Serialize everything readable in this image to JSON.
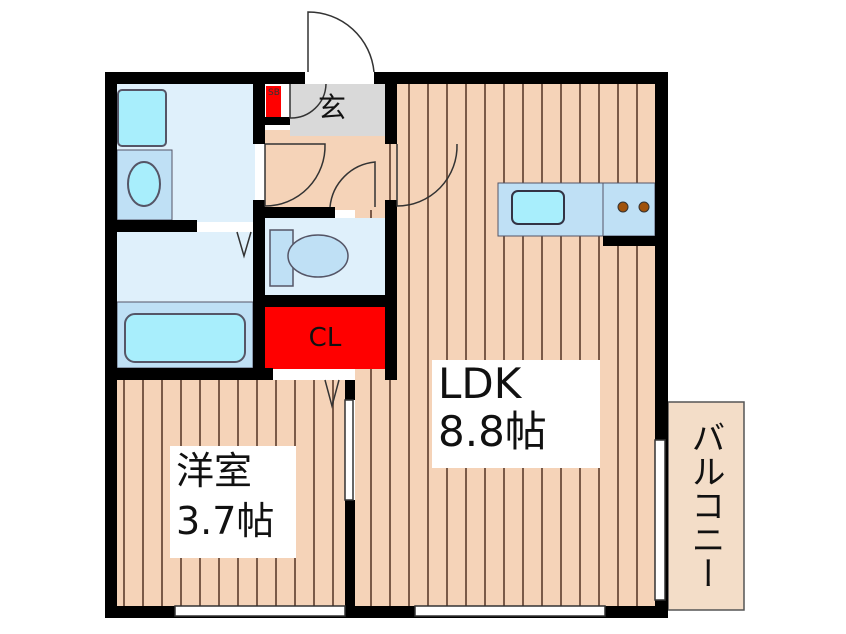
{
  "rooms": {
    "ldk": {
      "name": "LDK",
      "size": "8.8帖"
    },
    "western": {
      "name": "洋室",
      "size": "3.7帖"
    },
    "balcony": "バルコニー",
    "closet": "CL",
    "entrance": "玄",
    "shoebox": "SB"
  },
  "colors": {
    "wall": "#000000",
    "floor": "#f5d3b8",
    "wet_area": "#dff0fb",
    "closet": "#ff0000",
    "entrance": "#d9d9d9",
    "fixture": "#a8eefc"
  }
}
